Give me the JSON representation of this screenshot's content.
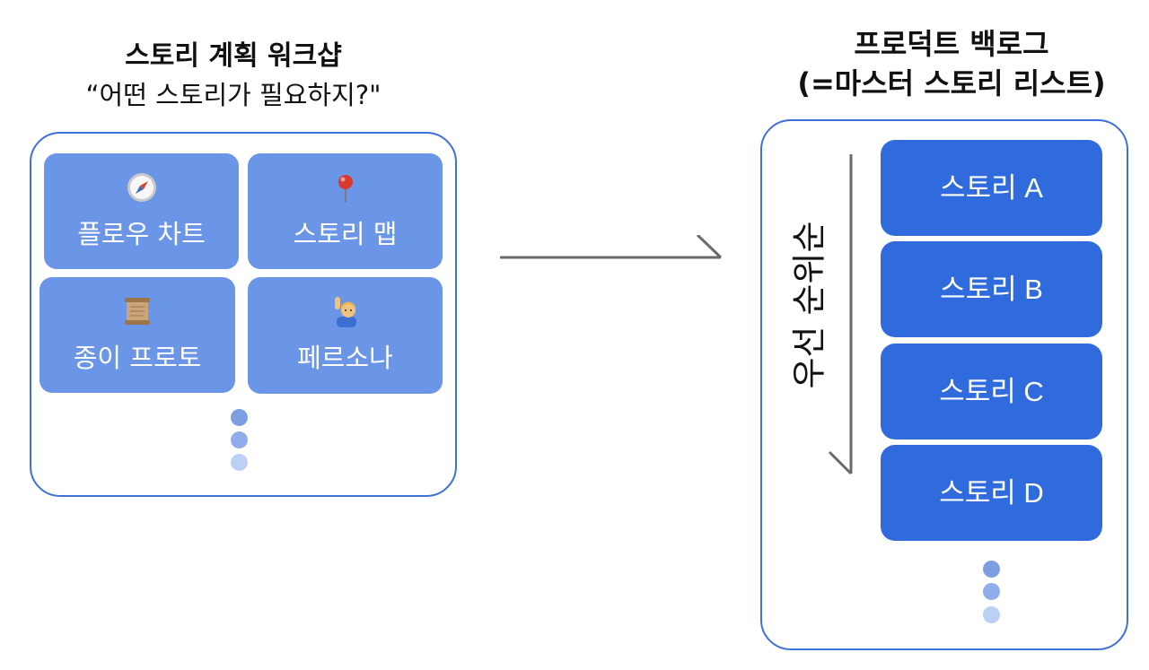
{
  "left": {
    "title": "스토리 계획 워크샵",
    "subtitle": "“어떤 스토리가 필요하지?\"",
    "cards": [
      {
        "label": "플로우 차트",
        "icon": "compass-icon"
      },
      {
        "label": "스토리 맵",
        "icon": "pushpin-icon"
      },
      {
        "label": "종이 프로토",
        "icon": "scroll-icon"
      },
      {
        "label": "페르소나",
        "icon": "person-raising-hand-icon"
      }
    ]
  },
  "right": {
    "title_line1": "프로덕트 백로그",
    "title_line2": "(=마스터 스토리 리스트)",
    "priority_label": "우선 순위순",
    "stories": [
      "스토리 A",
      "스토리 B",
      "스토리 C",
      "스토리 D"
    ]
  },
  "colors": {
    "frame_border": "#3f6fd8",
    "card_fill": "#6b95e6",
    "story_fill": "#2f6bdc",
    "arrow": "#6b6b6b"
  }
}
